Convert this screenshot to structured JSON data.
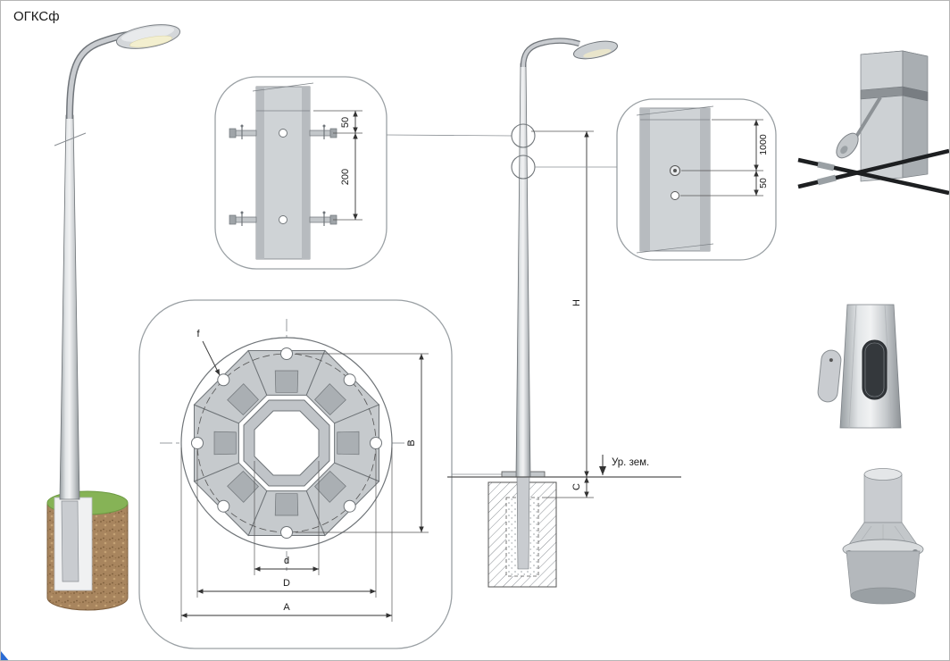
{
  "page": {
    "title": "ОГКСф"
  },
  "colors": {
    "metal_light": "#cfd3d6",
    "metal_dark": "#8d9296",
    "grass": "#86b356",
    "soil": "#a8855e",
    "drawing_line": "#555555"
  },
  "clamp_detail": {
    "dim_offset": "50",
    "dim_spacing": "200"
  },
  "flange_detail": {
    "label_hole": "f",
    "dim_bolt_span": "B",
    "dim_inner": "d",
    "dim_bolt_circle": "D",
    "dim_outer": "A"
  },
  "elevation": {
    "dim_height": "H",
    "dim_embed": "C",
    "ground_label": "Ур. зем."
  },
  "cable_detail": {
    "dim_upper": "1000",
    "dim_lower": "50"
  }
}
